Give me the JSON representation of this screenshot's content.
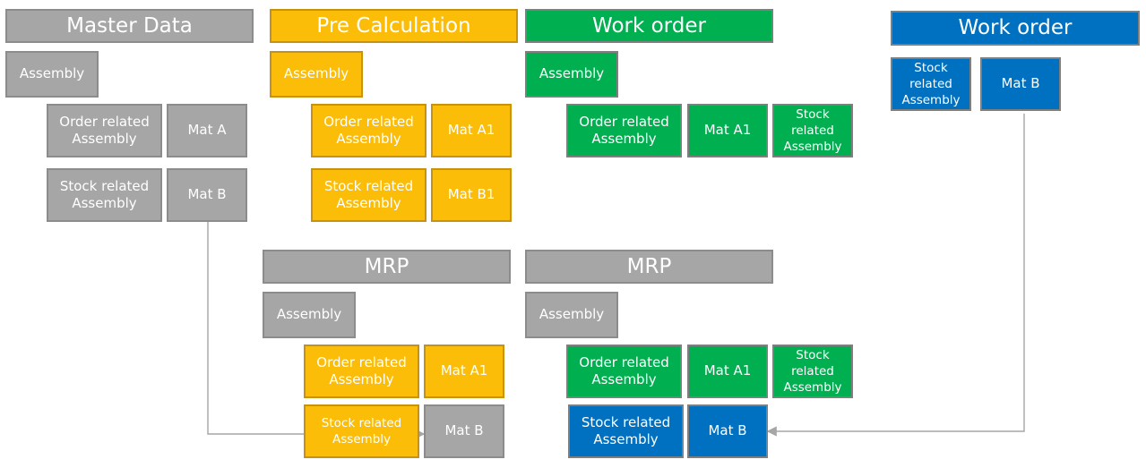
{
  "headers": {
    "master_data": "Master Data",
    "pre_calculation": "Pre Calculation",
    "work_order_1": "Work order",
    "work_order_2": "Work order",
    "mrp_1": "MRP",
    "mrp_2": "MRP"
  },
  "master_data": {
    "assembly": "Assembly",
    "order_related": "Order related\nAssembly",
    "mat_a": "Mat A",
    "stock_related": "Stock related\nAssembly",
    "mat_b": "Mat B"
  },
  "pre_calculation": {
    "assembly": "Assembly",
    "order_related": "Order related\nAssembly",
    "mat_a1": "Mat A1",
    "stock_related": "Stock related\nAssembly",
    "mat_b1": "Mat B1"
  },
  "work_order_1": {
    "assembly": "Assembly",
    "order_related": "Order related\nAssembly",
    "mat_a1": "Mat A1",
    "stock_related": "Stock\nrelated\nAssembly"
  },
  "work_order_2": {
    "stock_related": "Stock\nrelated\nAssembly",
    "mat_b": "Mat B"
  },
  "mrp_1": {
    "assembly": "Assembly",
    "order_related": "Order related\nAssembly",
    "mat_a1": "Mat A1",
    "stock_related": "Stock related\nAssembly",
    "mat_b": "Mat B"
  },
  "mrp_2": {
    "assembly": "Assembly",
    "order_related": "Order related\nAssembly",
    "mat_a1": "Mat A1",
    "stock_related_small": "Stock\nrelated\nAssembly",
    "stock_related": "Stock related\nAssembly",
    "mat_b": "Mat B"
  },
  "colors": {
    "gray": "#a6a6a6",
    "gold": "#fbbd07",
    "green": "#00b050",
    "blue": "#0070c0",
    "connector": "#a6a6a6"
  }
}
